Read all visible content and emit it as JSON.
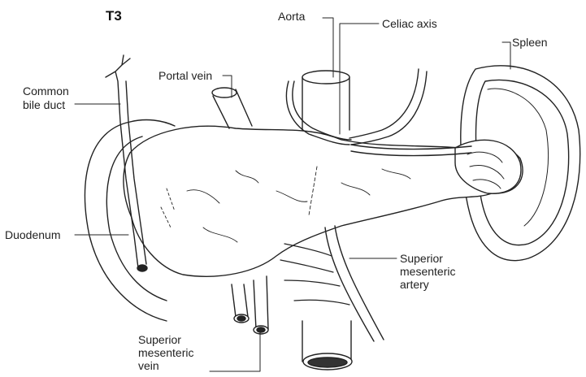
{
  "figure": {
    "stage": "T3",
    "labels": {
      "aorta": "Aorta",
      "celiac_axis": "Celiac axis",
      "spleen": "Spleen",
      "portal_vein": "Portal vein",
      "common_bile_duct_line1": "Common",
      "common_bile_duct_line2": "bile duct",
      "duodenum": "Duodenum",
      "sma_line1": "Superior",
      "sma_line2": "mesenteric",
      "sma_line3": "artery",
      "smv_line1": "Superior",
      "smv_line2": "mesenteric",
      "smv_line3": "vein"
    }
  }
}
